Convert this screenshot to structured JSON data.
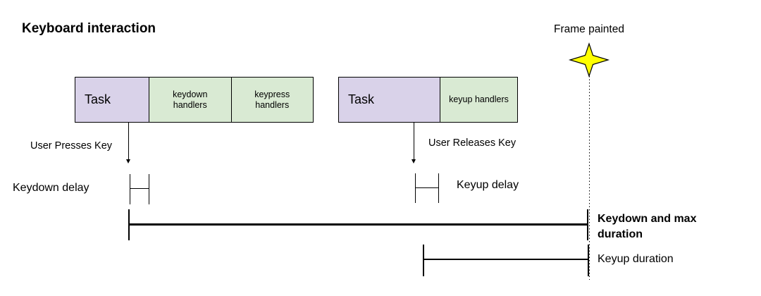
{
  "title": "Keyboard interaction",
  "frame_marker": {
    "label": "Frame painted",
    "icon": "four-point-star",
    "star_fill": "#ffff00"
  },
  "blocks": [
    {
      "task": "Task",
      "handlers": [
        "keydown handlers",
        "keypress handlers"
      ],
      "event": "User Presses Key"
    },
    {
      "task": "Task",
      "handlers": [
        "keyup handlers"
      ],
      "event": "User Releases Key"
    }
  ],
  "measures": {
    "keydown_delay": "Keydown delay",
    "keyup_delay": "Keyup delay",
    "keydown_max_duration": "Keydown and max duration",
    "keyup_duration": "Keyup duration"
  },
  "colors": {
    "task_fill": "#d9d2e9",
    "handler_fill": "#d9ead3",
    "star_fill": "#ffff00",
    "line": "#000000",
    "background": "#ffffff"
  }
}
